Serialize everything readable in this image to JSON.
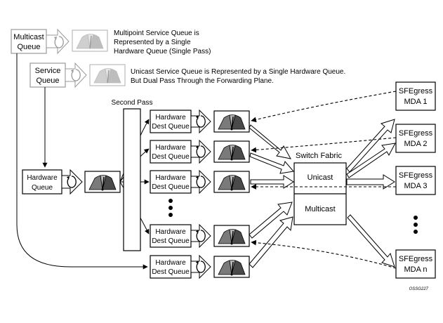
{
  "multicast_queue": {
    "line1": "Multicast",
    "line2": "Queue"
  },
  "service_queue": {
    "line1": "Service",
    "line2": "Queue"
  },
  "notes": {
    "multipoint": [
      "Multipoint Service Queue is",
      "Represented by a Single",
      "Hardware Queue (Single Pass)"
    ],
    "unicast": [
      "Unicast Service Queue is Represented by a Single Hardware Queue.",
      "But Dual Pass Through the Forwarding Plane."
    ]
  },
  "second_pass_label": "Second Pass",
  "hardware_queue": {
    "line1": "Hardware",
    "line2": "Queue"
  },
  "dest_queues": [
    {
      "line1": "Hardware",
      "line2": "Dest Queue"
    },
    {
      "line1": "Hardware",
      "line2": "Dest Queue"
    },
    {
      "line1": "Hardware",
      "line2": "Dest Queue"
    },
    {
      "line1": "Hardware",
      "line2": "Dest Queue"
    },
    {
      "line1": "Hardware",
      "line2": "Dest Queue"
    }
  ],
  "switch_fabric": {
    "title": "Switch Fabric",
    "unicast": "Unicast",
    "multicast": "Multicast"
  },
  "egress_mdas": [
    {
      "line1": "SFEgress",
      "line2": "MDA 1"
    },
    {
      "line1": "SFEgress",
      "line2": "MDA 2"
    },
    {
      "line1": "SFEgress",
      "line2": "MDA 3"
    },
    {
      "line1": "SFEgress",
      "line2": "MDA n"
    }
  ],
  "figure_id": "OSSG227"
}
